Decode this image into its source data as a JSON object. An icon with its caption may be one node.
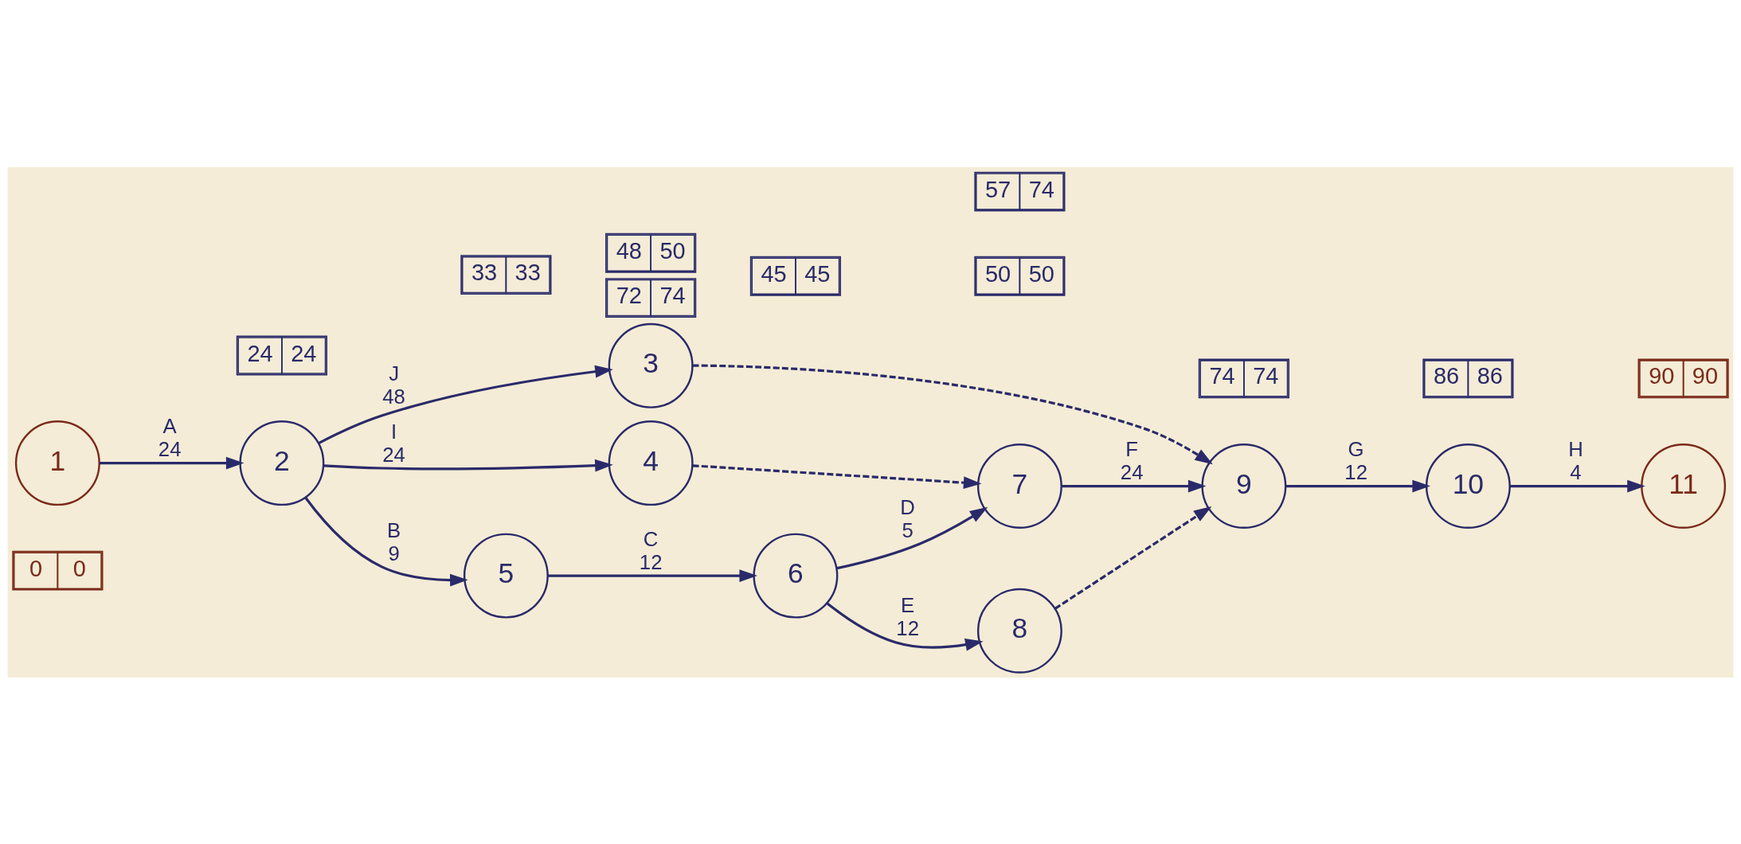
{
  "diagram": {
    "nodes": [
      {
        "text": [
          "0",
          "0"
        ]
      },
      {
        "text": [
          "1"
        ]
      },
      {
        "text": [
          "24",
          "24"
        ]
      },
      {
        "text": [
          "2"
        ]
      },
      {
        "text": [
          "72",
          "74"
        ]
      },
      {
        "text": [
          "3"
        ]
      },
      {
        "text": [
          "48",
          "50"
        ]
      },
      {
        "text": [
          "4"
        ]
      },
      {
        "text": [
          "33",
          "33"
        ]
      },
      {
        "text": [
          "5"
        ]
      },
      {
        "text": [
          "45",
          "45"
        ]
      },
      {
        "text": [
          "6"
        ]
      },
      {
        "text": [
          "50",
          "50"
        ]
      },
      {
        "text": [
          "7"
        ]
      },
      {
        "text": [
          "57",
          "74"
        ]
      },
      {
        "text": [
          "8"
        ]
      },
      {
        "text": [
          "74",
          "74"
        ]
      },
      {
        "text": [
          "9"
        ]
      },
      {
        "text": [
          "86",
          "86"
        ]
      },
      {
        "text": [
          "10"
        ]
      },
      {
        "text": [
          "90",
          "90"
        ]
      },
      {
        "text": [
          "11"
        ]
      }
    ],
    "edges": [
      {
        "from": 1,
        "to": 3,
        "arrow": "to",
        "label": "A 24"
      },
      {
        "from": 3,
        "to": 7,
        "arrow": "to",
        "label": "I 24"
      },
      {
        "from": 3,
        "to": 9,
        "arrow": "to",
        "label": "B 9"
      },
      {
        "from": 3,
        "to": 5,
        "arrow": "to",
        "label": "J 48"
      },
      {
        "from": 7,
        "to": 13,
        "arrow": "to",
        "style": "dashed"
      },
      {
        "from": 9,
        "to": 11,
        "arrow": "to",
        "label": "C 12"
      },
      {
        "from": 11,
        "to": 13,
        "arrow": "to",
        "label": "D 5"
      },
      {
        "from": 11,
        "to": 15,
        "arrow": "to",
        "label": "E 12"
      },
      {
        "from": 13,
        "to": 17,
        "arrow": "to",
        "label": "F 24"
      },
      {
        "from": 15,
        "to": 17,
        "arrow": "to",
        "style": "dashed"
      },
      {
        "from": 5,
        "to": 17,
        "arrow": "to",
        "style": "dashed"
      },
      {
        "from": 17,
        "to": 19,
        "arrow": "to",
        "label": "G 12"
      },
      {
        "from": 19,
        "to": 21,
        "arrow": "to",
        "label": "H 4"
      }
    ]
  }
}
